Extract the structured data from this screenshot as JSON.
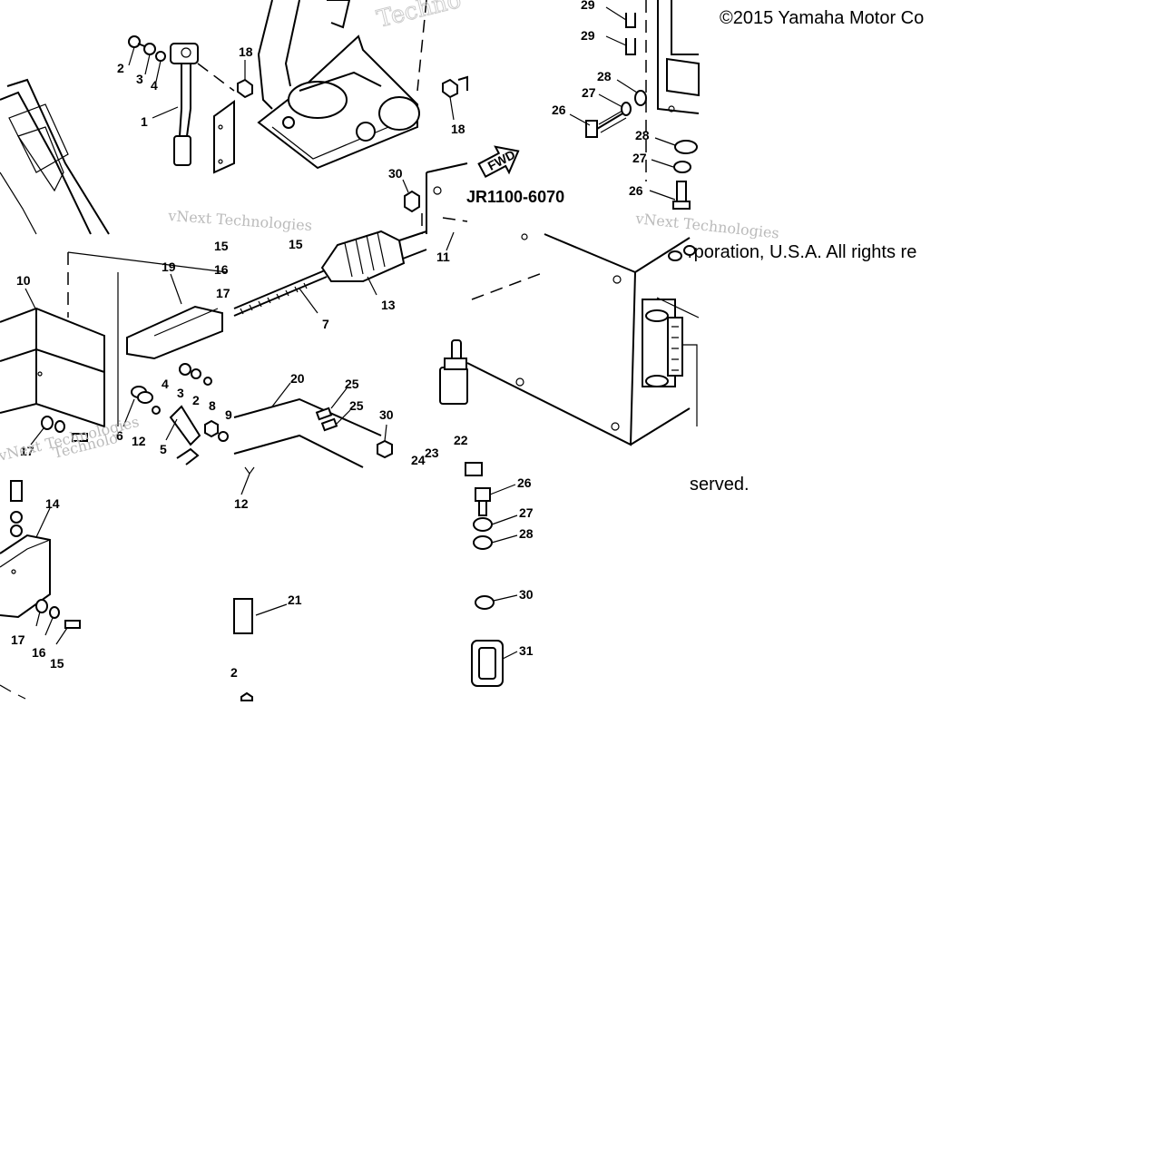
{
  "copyright": {
    "line1": "©2015 Yamaha Motor Co",
    "line2": "rporation, U.S.A. All rights re",
    "line3": "served."
  },
  "diagram_code": "JR1100-6070",
  "fwd_label": "FWD",
  "watermarks": [
    "vNext Technologies",
    "Techno",
    "Technolo",
    "vNext Technologies",
    "vNext Technologies"
  ],
  "callouts": {
    "p1": "1",
    "p2": "2",
    "p3": "3",
    "p4": "4",
    "p18a": "18",
    "p18b": "18",
    "p29a": "29",
    "p29b": "29",
    "p28a": "28",
    "p27a": "27",
    "p26a": "26",
    "p28b": "28",
    "p27b": "27",
    "p26b": "26",
    "p30a": "30",
    "p15a": "15",
    "p15b": "15",
    "p16a": "16",
    "p17a": "17",
    "p11": "11",
    "p10": "10",
    "p19": "19",
    "p7": "7",
    "p13": "13",
    "p4b": "4",
    "p3b": "3",
    "p2b": "2",
    "p8": "8",
    "p9": "9",
    "p6": "6",
    "p12a": "12",
    "p5": "5",
    "p20": "20",
    "p25a": "25",
    "p25b": "25",
    "p30b": "30",
    "p17b": "17",
    "p23": "23",
    "p24": "24",
    "p22": "22",
    "p12b": "12",
    "p14": "14",
    "p26c": "26",
    "p27c": "27",
    "p28c": "28",
    "p30c": "30",
    "p31": "31",
    "p21": "21",
    "p17c": "17",
    "p16b": "16",
    "p15c": "15",
    "p2c": "2"
  }
}
